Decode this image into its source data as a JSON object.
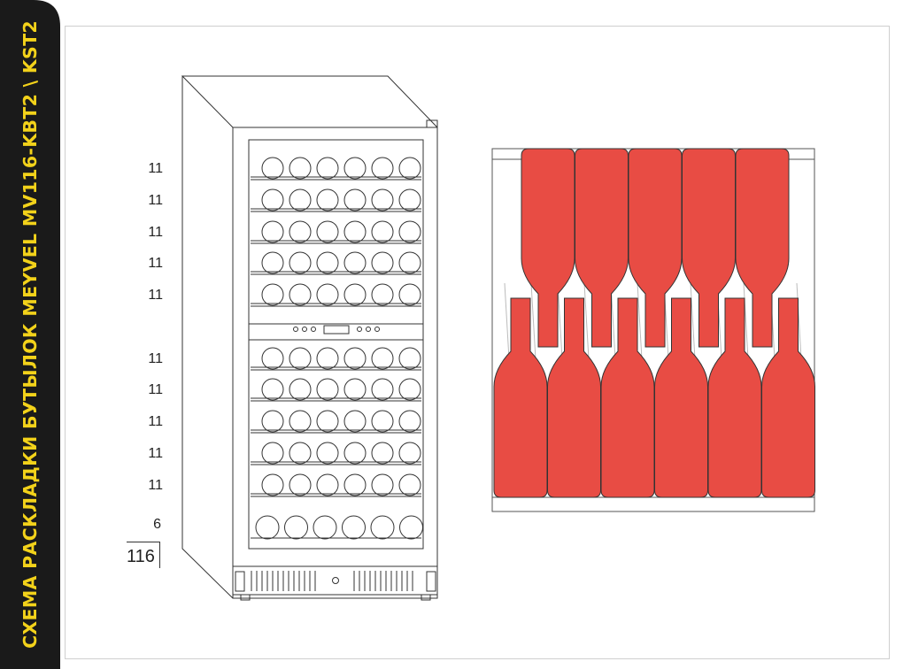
{
  "banner": {
    "title": "СХЕМА РАСКЛАДКИ БУТЫЛОК  MEYVEL  MV116-KBT2 \\ KST2",
    "background_color": "#1a1a1a",
    "text_color": "#f3d21a"
  },
  "fridge": {
    "upper_zone_counts": [
      "11",
      "11",
      "11",
      "11",
      "11"
    ],
    "lower_zone_counts": [
      "11",
      "11",
      "11",
      "11",
      "11"
    ],
    "bottom_shelf_count": "6",
    "total_count": "116"
  },
  "detail": {
    "bottle_color": "#e84c44",
    "top_row_bottles": 5,
    "bottom_row_bottles": 6
  }
}
